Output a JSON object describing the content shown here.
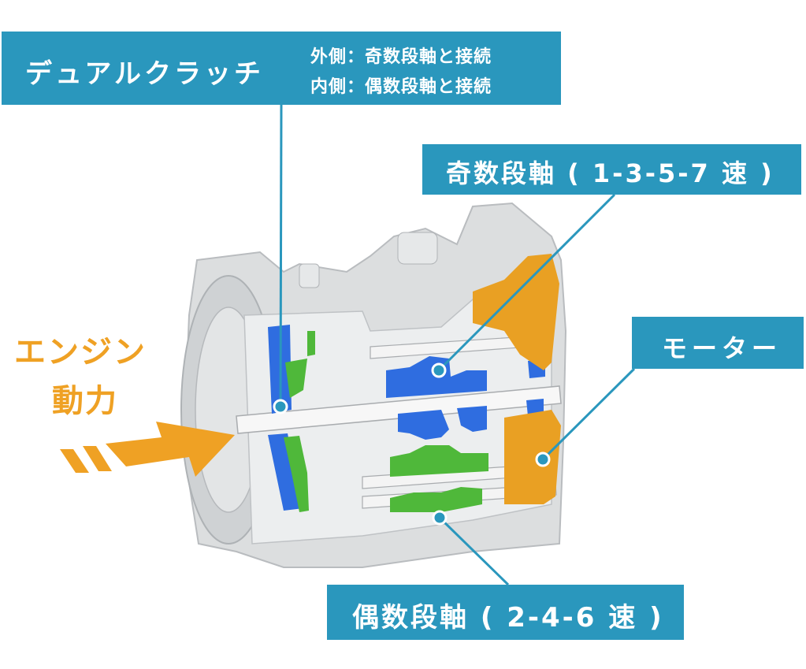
{
  "labels": {
    "dual_clutch": {
      "title": "デュアルクラッチ",
      "outer": "外側：奇数段軸と接続",
      "inner": "内側：偶数段軸と接続"
    },
    "odd_shaft": "奇数段軸 ( 1-3-5-7 速 )",
    "motor": "モーター",
    "even_shaft": "偶数段軸 ( 2-4-6 速 )"
  },
  "engine": {
    "line1": "エンジン",
    "line2": "動力"
  },
  "colors": {
    "label_bg": "#2a97bd",
    "leader": "#2a97bd",
    "engine_orange": "#efa124",
    "odd_gear_blue": "#2f6de0",
    "even_gear_green": "#4fb83a",
    "motor_orange": "#e9a023",
    "housing_gray": "#d9dbdd"
  }
}
